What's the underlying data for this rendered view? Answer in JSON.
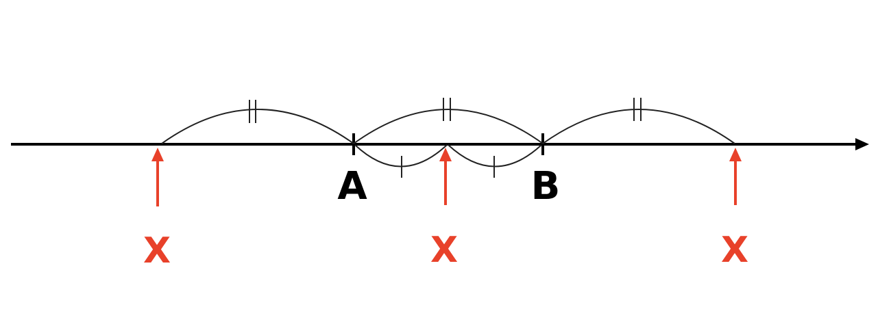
{
  "diagram": {
    "point_labels": {
      "a": "A",
      "b": "B"
    },
    "marker_labels": {
      "left": "X",
      "middle": "X",
      "right": "X"
    },
    "colors": {
      "line": "#000000",
      "arc": "#222222",
      "marker": "#e8412a"
    }
  }
}
